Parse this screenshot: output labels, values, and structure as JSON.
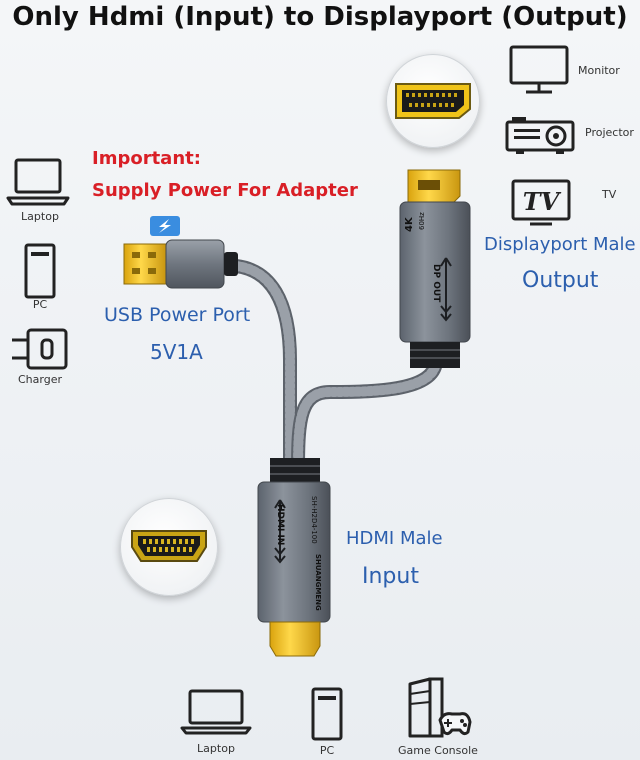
{
  "title": "Only Hdmi (Input) to Displayport (Output)",
  "important": {
    "line1": "Important:",
    "line2": "Supply Power For Adapter",
    "color": "#d91f26"
  },
  "usb": {
    "label": "USB Power Port",
    "spec": "5V1A"
  },
  "displayport": {
    "label": "Displayport Male",
    "role": "Output",
    "connector_text_1": "4K",
    "connector_text_2": "60Hz",
    "connector_text_3": "DP OUT"
  },
  "hdmi": {
    "label": "HDMI Male",
    "role": "Input",
    "connector_text_1": "HDMI IN",
    "connector_text_2": "SH-H2D4-100",
    "connector_text_3": "SHUANGMENG"
  },
  "left_devices": [
    "Laptop",
    "PC",
    "Charger"
  ],
  "right_devices": [
    "Monitor",
    "Projector",
    "TV"
  ],
  "bottom_devices": [
    "Laptop",
    "PC",
    "Game Console"
  ],
  "tv_icon_text": "TV",
  "colors": {
    "accent_blue": "#2c5fae",
    "important_red": "#d91f26",
    "shell_grey": "#6e7682",
    "gold": "#f0c419"
  }
}
